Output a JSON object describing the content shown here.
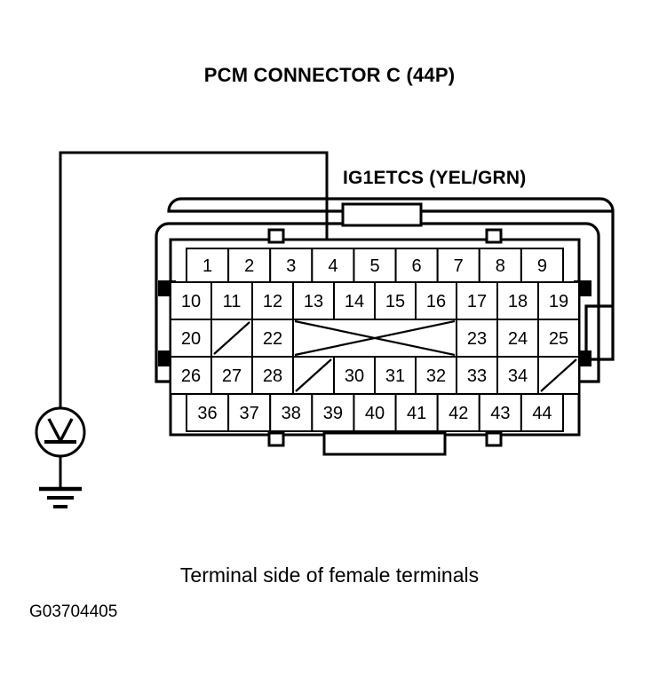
{
  "title": "PCM CONNECTOR C (44P)",
  "wire_label": "IG1ETCS (YEL/GRN)",
  "caption": "Terminal side of female terminals",
  "figure_id": "G03704405",
  "colors": {
    "ink": "#000000",
    "background": "#ffffff"
  },
  "icons": {
    "voltmeter": "voltmeter-icon",
    "ground": "ground-symbol-icon"
  },
  "connector": {
    "name": "PCM Connector C",
    "pin_count": 44,
    "probe_pin": "4",
    "rows": [
      {
        "row_index": 1,
        "cells": [
          {
            "label": "1",
            "blank": false
          },
          {
            "label": "2",
            "blank": false
          },
          {
            "label": "3",
            "blank": false
          },
          {
            "label": "4",
            "blank": false
          },
          {
            "label": "5",
            "blank": false
          },
          {
            "label": "6",
            "blank": false
          },
          {
            "label": "7",
            "blank": false
          },
          {
            "label": "8",
            "blank": false
          },
          {
            "label": "9",
            "blank": false
          }
        ]
      },
      {
        "row_index": 2,
        "cells": [
          {
            "label": "10",
            "blank": false
          },
          {
            "label": "11",
            "blank": false
          },
          {
            "label": "12",
            "blank": false
          },
          {
            "label": "13",
            "blank": false
          },
          {
            "label": "14",
            "blank": false
          },
          {
            "label": "15",
            "blank": false
          },
          {
            "label": "16",
            "blank": false
          },
          {
            "label": "17",
            "blank": false
          },
          {
            "label": "18",
            "blank": false
          },
          {
            "label": "19",
            "blank": false
          }
        ]
      },
      {
        "row_index": 3,
        "cells": [
          {
            "label": "20",
            "blank": false
          },
          {
            "label": "",
            "blank": true,
            "mark": "diagonal"
          },
          {
            "label": "22",
            "blank": false
          },
          {
            "label": "",
            "blank": true,
            "mark": "cross",
            "span": 4
          },
          {
            "label": "23",
            "blank": false
          },
          {
            "label": "24",
            "blank": false
          },
          {
            "label": "25",
            "blank": false
          }
        ]
      },
      {
        "row_index": 4,
        "cells": [
          {
            "label": "26",
            "blank": false
          },
          {
            "label": "27",
            "blank": false
          },
          {
            "label": "28",
            "blank": false
          },
          {
            "label": "",
            "blank": true,
            "mark": "diagonal"
          },
          {
            "label": "30",
            "blank": false
          },
          {
            "label": "31",
            "blank": false
          },
          {
            "label": "32",
            "blank": false
          },
          {
            "label": "33",
            "blank": false
          },
          {
            "label": "34",
            "blank": false
          },
          {
            "label": "",
            "blank": true,
            "mark": "diagonal"
          }
        ]
      },
      {
        "row_index": 5,
        "cells": [
          {
            "label": "36",
            "blank": false
          },
          {
            "label": "37",
            "blank": false
          },
          {
            "label": "38",
            "blank": false
          },
          {
            "label": "39",
            "blank": false
          },
          {
            "label": "40",
            "blank": false
          },
          {
            "label": "41",
            "blank": false
          },
          {
            "label": "42",
            "blank": false
          },
          {
            "label": "43",
            "blank": false
          },
          {
            "label": "44",
            "blank": false
          }
        ]
      }
    ]
  }
}
